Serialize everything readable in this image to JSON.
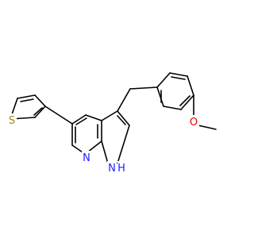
{
  "molecule": {
    "atoms": {
      "sulfur": "S",
      "pyridine_nitrogen": "N",
      "nh_nitrogen": "N",
      "nh_hydrogen": "H",
      "oxygen": "O"
    },
    "colors": {
      "sulfur": "#a08c00",
      "nitrogen": "#1e1eff",
      "oxygen": "#e60000",
      "bond": "#000000"
    }
  }
}
